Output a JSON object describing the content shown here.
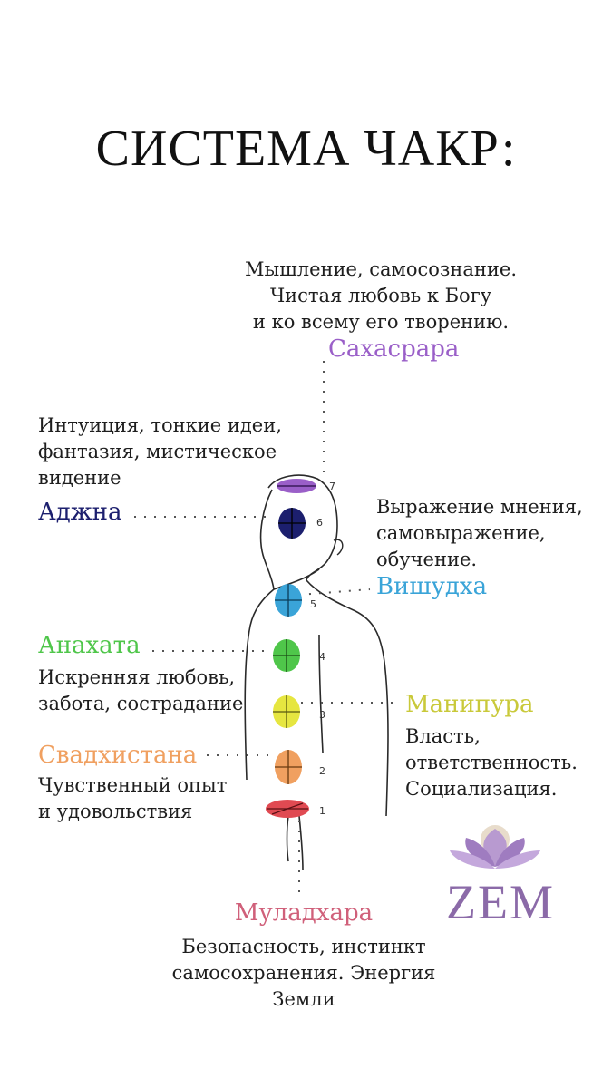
{
  "title": "СИСТЕМА ЧАКР:",
  "chakras": [
    {
      "number": "7",
      "name": "Сахасрара",
      "color": "#9a5fc8",
      "description": [
        "Мышление, самосознание.",
        "Чистая любовь к Богу",
        "и ко всему его творению."
      ]
    },
    {
      "number": "6",
      "name": "Аджна",
      "color": "#1c1f6e",
      "description": [
        "Интуиция, тонкие идеи,",
        "фантазия, мистическое",
        "видение"
      ]
    },
    {
      "number": "5",
      "name": "Вишудха",
      "color": "#3aa4d8",
      "description": [
        "Выражение мнения,",
        "самовыражение,",
        "обучение."
      ]
    },
    {
      "number": "4",
      "name": "Анахата",
      "color": "#4fc64a",
      "description": [
        "Искренняя любовь,",
        "забота, сострадание"
      ]
    },
    {
      "number": "3",
      "name": "Манипура",
      "color": "#c9c93a",
      "description": [
        "Власть,",
        "ответственность.",
        "Социализация."
      ]
    },
    {
      "number": "2",
      "name": "Свадхистана",
      "color": "#f0a060",
      "description": [
        "Чувственный опыт",
        "и удовольствия"
      ]
    },
    {
      "number": "1",
      "name": "Муладхара",
      "color": "#d0607a",
      "description": [
        "Безопасность, инстинкт",
        "самосохранения. Энергия",
        "Земли"
      ]
    }
  ],
  "logo": {
    "text": "ZEM",
    "color": "#8b6aa8"
  }
}
